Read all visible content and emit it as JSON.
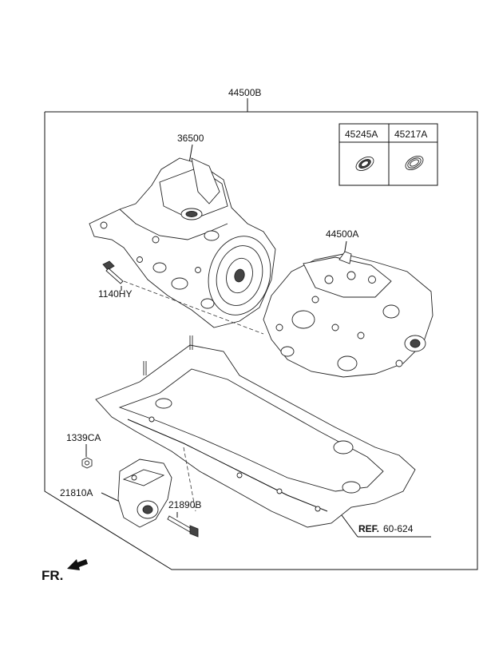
{
  "labels": {
    "kit": "44500B",
    "motor": "36500",
    "seal_a": "45245A",
    "seal_b": "45217A",
    "transaxle": "44500A",
    "bolt_top": "1140HY",
    "nut": "1339CA",
    "bracket": "21810A",
    "bolt_bracket": "21890B",
    "ref_prefix": "REF.",
    "ref_number": "60-624",
    "front": "FR."
  },
  "icons": {
    "front_arrow": "arrow-icon"
  },
  "colors": {
    "line": "#111111",
    "background": "#ffffff"
  }
}
